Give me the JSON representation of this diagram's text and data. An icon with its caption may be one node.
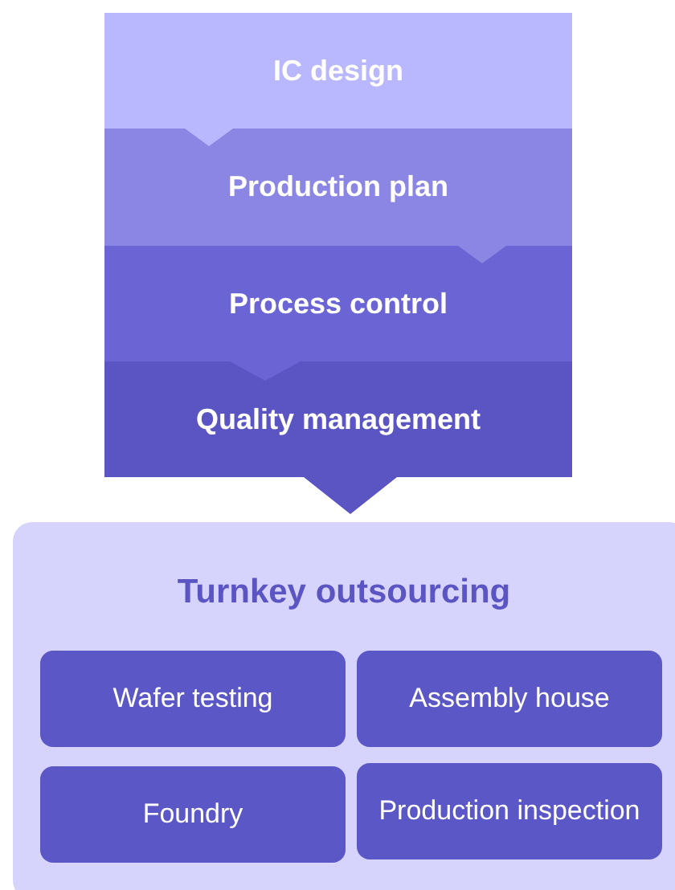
{
  "diagram": {
    "nodes": [
      {
        "text": [
          "IC design"
        ]
      },
      {
        "text": [
          "Production plan"
        ]
      },
      {
        "text": [
          "Process control"
        ]
      },
      {
        "text": [
          "Quality management"
        ]
      },
      {
        "text": [
          "Turnkey outsourcing"
        ]
      },
      {
        "text": [
          "Wafer testing"
        ],
        "in": 4
      },
      {
        "text": [
          "Assembly house"
        ],
        "in": 4
      },
      {
        "text": [
          "Foundry"
        ],
        "in": 4
      },
      {
        "text": [
          "Production inspection"
        ],
        "in": 4
      }
    ],
    "edges": [
      {
        "from": 0,
        "to": 1,
        "arrow": "to"
      },
      {
        "from": 1,
        "to": 2,
        "arrow": "to"
      },
      {
        "from": 2,
        "to": 3,
        "arrow": "to"
      },
      {
        "from": 3,
        "to": 4,
        "arrow": "to"
      }
    ]
  }
}
